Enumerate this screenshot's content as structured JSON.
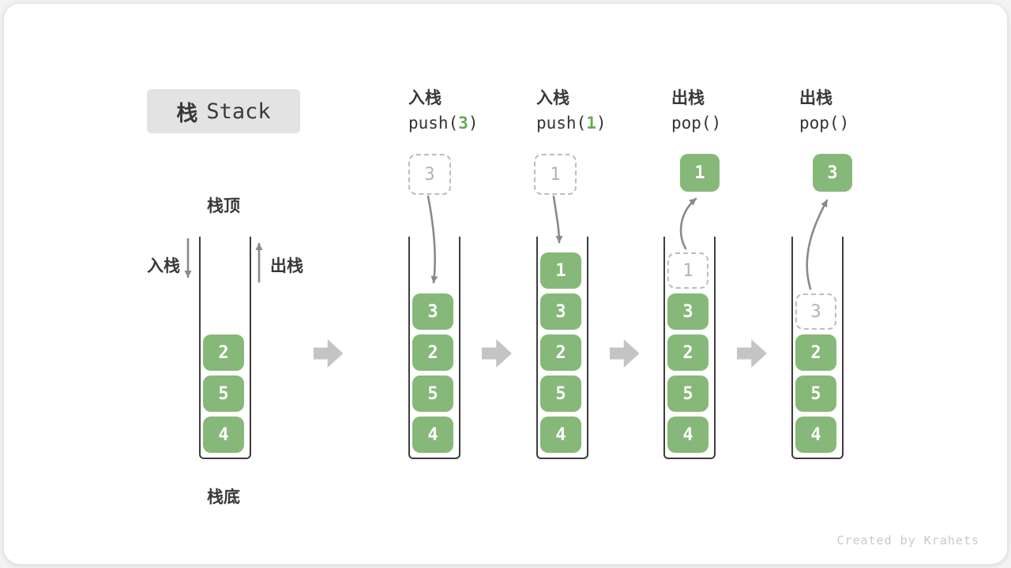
{
  "title": {
    "cn": "栈",
    "en": "Stack"
  },
  "annotations": {
    "stack_top": "栈顶",
    "stack_bottom": "栈底",
    "push_label": "入栈",
    "pop_label": "出栈"
  },
  "watermark": "Created by Krahets",
  "colors": {
    "cell_green": "#86b879",
    "arg_green": "#67ab57",
    "arrow_gray": "#8a8a8a",
    "block_arrow_gray": "#c4c4c4",
    "dashed_border": "#bdbdbd",
    "dashed_text": "#b3b3b3",
    "wall_dark": "#3d3d3d",
    "text_dark": "#383838",
    "title_bg": "#e3e3e3",
    "watermark_gray": "#c9c9c9"
  },
  "stages": [
    {
      "cells": [
        {
          "v": "4"
        },
        {
          "v": "5"
        },
        {
          "v": "2"
        }
      ]
    },
    {
      "op": {
        "cn": "入栈",
        "code_pre": "push(",
        "code_arg": "3",
        "code_post": ")"
      },
      "floating": {
        "v": "3",
        "style": "dashed"
      },
      "arrow": "down",
      "cells": [
        {
          "v": "4"
        },
        {
          "v": "5"
        },
        {
          "v": "2"
        },
        {
          "v": "3"
        }
      ]
    },
    {
      "op": {
        "cn": "入栈",
        "code_pre": "push(",
        "code_arg": "1",
        "code_post": ")"
      },
      "floating": {
        "v": "1",
        "style": "dashed"
      },
      "arrow": "down",
      "cells": [
        {
          "v": "4"
        },
        {
          "v": "5"
        },
        {
          "v": "2"
        },
        {
          "v": "3"
        },
        {
          "v": "1"
        }
      ]
    },
    {
      "op": {
        "cn": "出栈",
        "code_pre": "pop()",
        "code_arg": "",
        "code_post": ""
      },
      "floating": {
        "v": "1",
        "style": "solid"
      },
      "arrow": "up",
      "cells": [
        {
          "v": "4"
        },
        {
          "v": "5"
        },
        {
          "v": "2"
        },
        {
          "v": "3"
        },
        {
          "v": "1",
          "style": "dashed"
        }
      ]
    },
    {
      "op": {
        "cn": "出栈",
        "code_pre": "pop()",
        "code_arg": "",
        "code_post": ""
      },
      "floating": {
        "v": "3",
        "style": "solid"
      },
      "arrow": "up",
      "cells": [
        {
          "v": "4"
        },
        {
          "v": "5"
        },
        {
          "v": "2"
        },
        {
          "v": "3",
          "style": "dashed"
        }
      ]
    }
  ]
}
